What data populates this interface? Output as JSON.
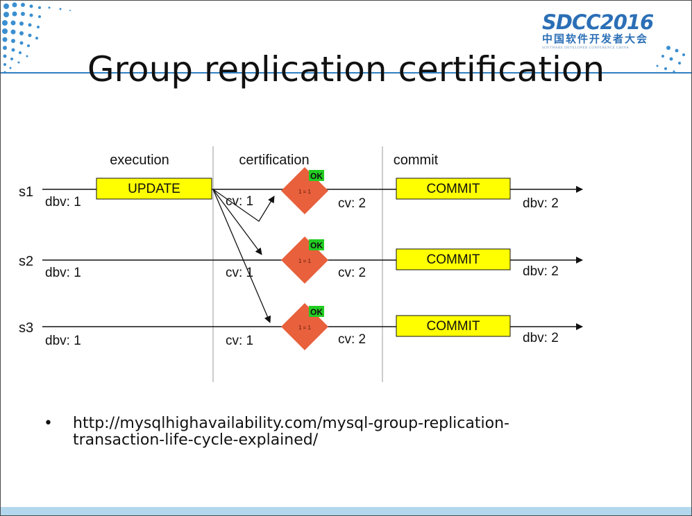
{
  "slide": {
    "title": "Group replication certification",
    "logo_main": "SDCC2016",
    "logo_cn": "中国软件开发者大会",
    "logo_en": "SOFTWARE DEVELOPER CONFERENCE CHINA"
  },
  "diagram": {
    "phases": [
      "execution",
      "certification",
      "commit"
    ],
    "servers": [
      {
        "label": "s1",
        "dbv_start": "dbv: 1",
        "action": "UPDATE",
        "cv_before": "cv: 1",
        "check": "1 = 1",
        "ok": "OK",
        "cv_after": "cv: 2",
        "commit": "COMMIT",
        "dbv_end": "dbv: 2"
      },
      {
        "label": "s2",
        "dbv_start": "dbv: 1",
        "cv_before": "cv: 1",
        "check": "1 = 1",
        "ok": "OK",
        "cv_after": "cv: 2",
        "commit": "COMMIT",
        "dbv_end": "dbv: 2"
      },
      {
        "label": "s3",
        "dbv_start": "dbv: 1",
        "cv_before": "cv: 1",
        "check": "1 = 1",
        "ok": "OK",
        "cv_after": "cv: 2",
        "commit": "COMMIT",
        "dbv_end": "dbv: 2"
      }
    ],
    "colors": {
      "update_box": "#ffff00",
      "diamond": "#e8603c",
      "ok_badge": "#22cc22",
      "lines": "#111111",
      "dividers": "#9a9a9a"
    }
  },
  "bullet": {
    "dot": "•",
    "text": "http://mysqlhighavailability.com/mysql-group-replication-transaction-life-cycle-explained/"
  }
}
